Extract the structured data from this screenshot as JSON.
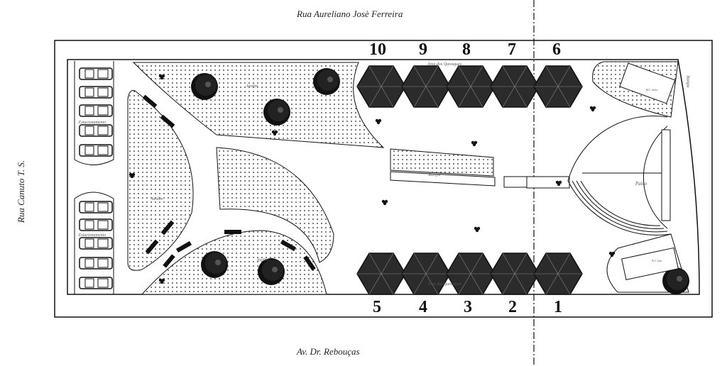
{
  "streets": {
    "top": "Rua Aureliano Josè Ferreira",
    "bottom": "Av. Dr. Rebouças",
    "left": "Rua Canuto T. S."
  },
  "kiosks": {
    "top_numbers": [
      "10",
      "9",
      "8",
      "7",
      "6"
    ],
    "bottom_numbers": [
      "5",
      "4",
      "3",
      "2",
      "1"
    ]
  },
  "labels": {
    "garden": "Jardim",
    "parking": "Estacionamento",
    "kiosk_area": "Área dos Quiosques",
    "ramp": "Rampa",
    "stage": "Palco",
    "wc_male": "W.C. masc",
    "wc_female": "W.C. fem"
  },
  "colors": {
    "line": "#111111",
    "fill": "#2a2a2a"
  }
}
